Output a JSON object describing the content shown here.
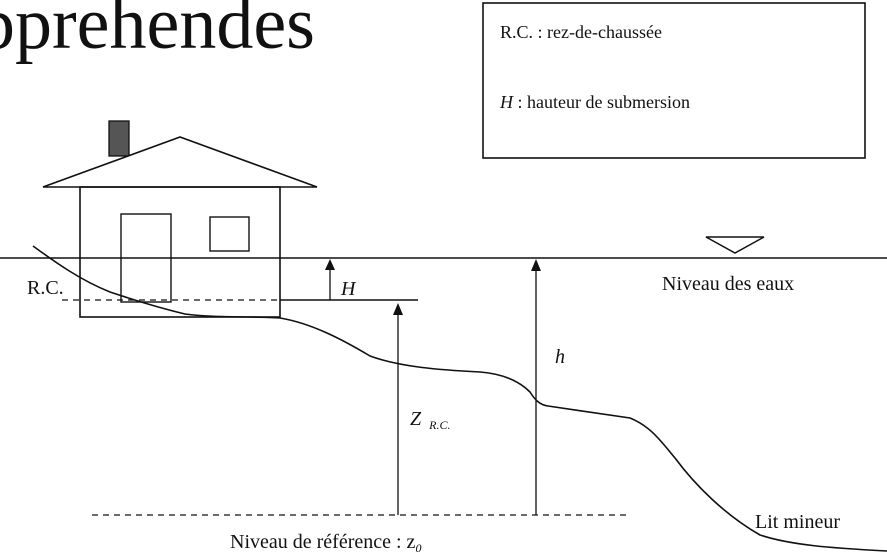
{
  "title_fragment": "pprehendes",
  "legend": {
    "line1": "R.C. : rez-de-chaussée",
    "line2_symbol": "H",
    "line2_text": " : hauteur de submersion"
  },
  "labels": {
    "rc": "R.C.",
    "H": "H",
    "h": "h",
    "z_rc_main": "Z",
    "z_rc_sub": "R.C.",
    "water_level": "Niveau des eaux",
    "reference": "Niveau de référence : z",
    "reference_sub": "0",
    "river_bed": "Lit mineur"
  },
  "icons": {
    "water_marker": "inverted-triangle-icon",
    "chimney": "chimney-icon"
  },
  "colors": {
    "ink": "#111111",
    "chimney_fill": "#555555"
  }
}
